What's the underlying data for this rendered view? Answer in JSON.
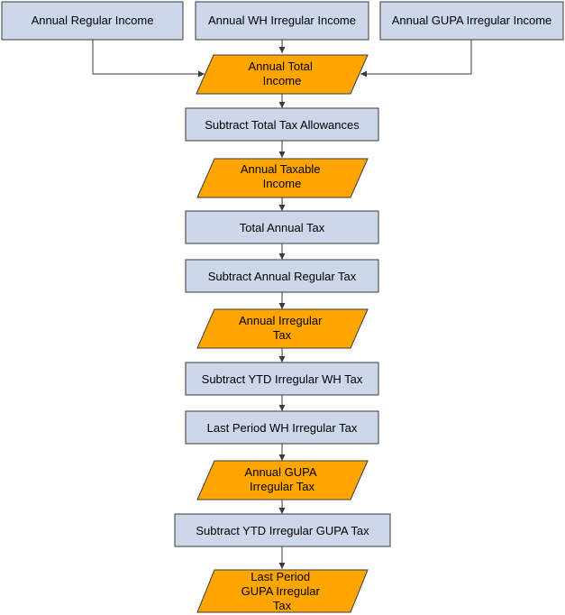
{
  "nodes": {
    "annual_regular_income": "Annual Regular Income",
    "annual_wh_irregular_income": "Annual WH Irregular Income",
    "annual_gupa_irregular_income": "Annual GUPA Irregular Income",
    "annual_total_income": [
      "Annual Total",
      "Income"
    ],
    "subtract_total_tax_allowances": "Subtract Total Tax Allowances",
    "annual_taxable_income": [
      "Annual Taxable",
      "Income"
    ],
    "total_annual_tax": "Total Annual Tax",
    "subtract_annual_regular_tax": "Subtract Annual Regular Tax",
    "annual_irregular_tax": [
      "Annual Irregular",
      "Tax"
    ],
    "subtract_ytd_irregular_wh_tax": "Subtract YTD Irregular WH Tax",
    "last_period_wh_irregular_tax": "Last Period WH Irregular Tax",
    "annual_gupa_irregular_tax": [
      "Annual GUPA",
      "Irregular Tax"
    ],
    "subtract_ytd_irregular_gupa_tax": "Subtract YTD Irregular GUPA Tax",
    "last_period_gupa_irregular_tax": [
      "Last Period",
      "GUPA Irregular",
      "Tax"
    ]
  },
  "colors": {
    "process_fill": "#ccd8ea",
    "data_fill": "#ffa500",
    "stroke": "#3a3a3a"
  }
}
